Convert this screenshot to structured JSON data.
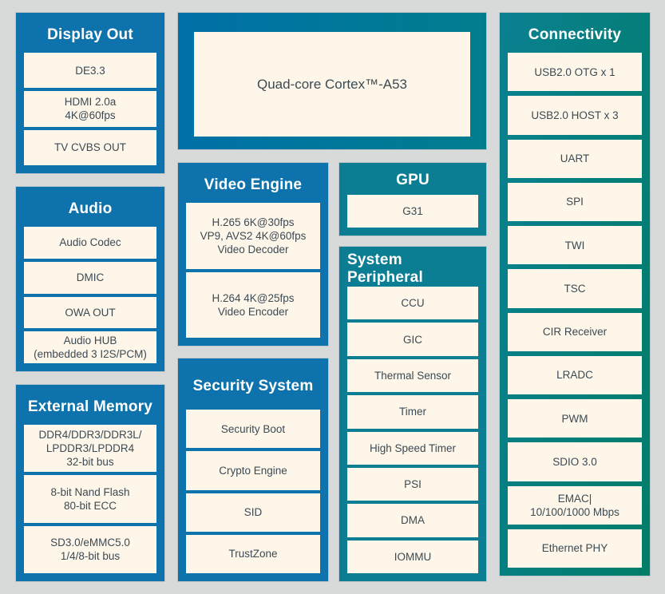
{
  "colors": {
    "page_background": "#d8dada",
    "block_blue": "#0e72ad",
    "block_teal": "#0b7e93",
    "cpu_gradient": [
      "#0071a9",
      "#007d8d"
    ],
    "connectivity_gradient": [
      "#0a8091",
      "#007e69"
    ],
    "box_cream": "#fdf6e9",
    "item_text": "#3c4a54",
    "title_text": "#ffffff"
  },
  "cpu": {
    "label": "Quad-core Cortex™-A53"
  },
  "blocks": [
    {
      "id": "display-out",
      "title": "Display Out",
      "theme": "blue",
      "items": [
        [
          "DE3.3"
        ],
        [
          "HDMI 2.0a",
          "4K@60fps"
        ],
        [
          "TV CVBS OUT"
        ]
      ]
    },
    {
      "id": "audio",
      "title": "Audio",
      "theme": "blue",
      "items": [
        [
          "Audio Codec"
        ],
        [
          "DMIC"
        ],
        [
          "OWA OUT"
        ],
        [
          "Audio HUB",
          "(embedded 3 I2S/PCM)"
        ]
      ]
    },
    {
      "id": "external-memory",
      "title": "External Memory",
      "theme": "blue",
      "items": [
        [
          "DDR4/DDR3/DDR3L/",
          "LPDDR3/LPDDR4",
          "32-bit bus"
        ],
        [
          "8-bit Nand Flash",
          "80-bit ECC"
        ],
        [
          "SD3.0/eMMC5.0",
          "1/4/8-bit bus"
        ]
      ]
    },
    {
      "id": "video-engine",
      "title": "Video Engine",
      "theme": "blue",
      "items": [
        [
          "H.265 6K@30fps",
          "VP9, AVS2 4K@60fps",
          "Video Decoder"
        ],
        [
          "H.264 4K@25fps",
          "Video Encoder"
        ]
      ]
    },
    {
      "id": "security-system",
      "title": "Security System",
      "theme": "blue",
      "items": [
        [
          "Security Boot"
        ],
        [
          "Crypto Engine"
        ],
        [
          "SID"
        ],
        [
          "TrustZone"
        ]
      ]
    },
    {
      "id": "gpu",
      "title": "GPU",
      "theme": "teal",
      "items": [
        [
          "G31"
        ]
      ]
    },
    {
      "id": "system-peripheral",
      "title": "System Peripheral",
      "theme": "teal",
      "items": [
        [
          "CCU"
        ],
        [
          "GIC"
        ],
        [
          "Thermal Sensor"
        ],
        [
          "Timer"
        ],
        [
          "High Speed Timer"
        ],
        [
          "PSI"
        ],
        [
          "DMA"
        ],
        [
          "IOMMU"
        ]
      ]
    },
    {
      "id": "connectivity",
      "title": "Connectivity",
      "theme": "conn",
      "items": [
        [
          "USB2.0 OTG x 1"
        ],
        [
          "USB2.0 HOST x 3"
        ],
        [
          "UART"
        ],
        [
          "SPI"
        ],
        [
          "TWI"
        ],
        [
          "TSC"
        ],
        [
          "CIR Receiver"
        ],
        [
          "LRADC"
        ],
        [
          "PWM"
        ],
        [
          "SDIO 3.0"
        ],
        [
          "EMAC|",
          "10/100/1000 Mbps"
        ],
        [
          "Ethernet PHY"
        ]
      ]
    }
  ]
}
